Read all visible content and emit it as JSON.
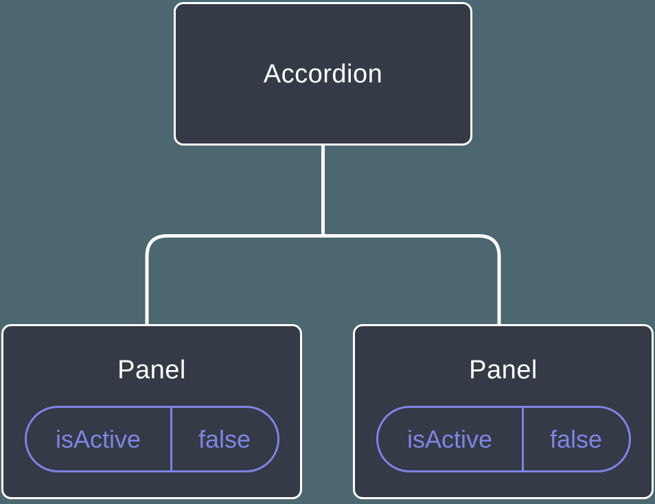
{
  "diagram": {
    "type": "component-tree",
    "colors": {
      "background": "#4c6770",
      "node_fill": "#343a46",
      "node_border": "#ffffff",
      "connector": "#ffffff",
      "state_accent": "#7f84e4"
    },
    "root": {
      "label": "Accordion"
    },
    "children": [
      {
        "label": "Panel",
        "state": {
          "name": "isActive",
          "value": "false"
        }
      },
      {
        "label": "Panel",
        "state": {
          "name": "isActive",
          "value": "false"
        }
      }
    ]
  }
}
